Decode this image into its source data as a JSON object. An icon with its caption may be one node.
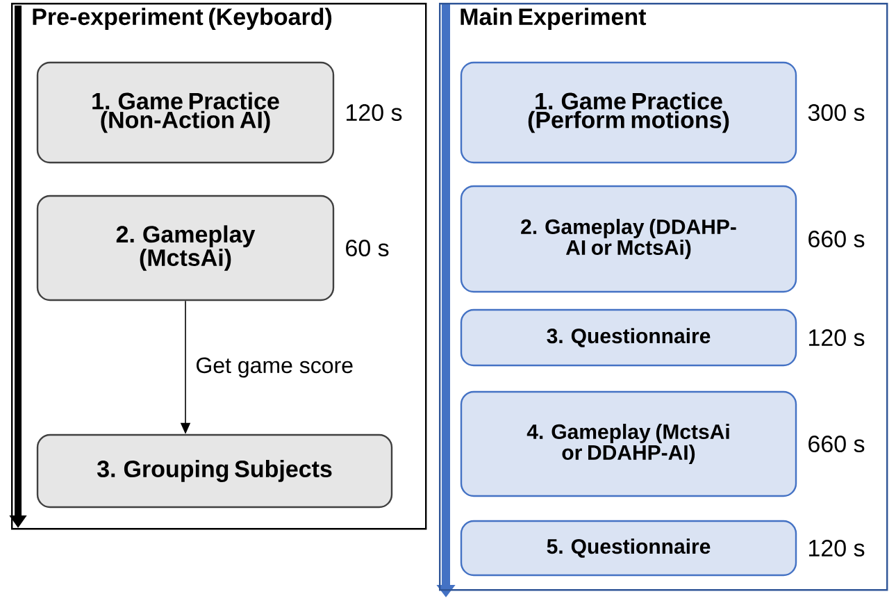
{
  "diagram": {
    "nodes": [
      {
        "text": [
          "Pre-experiment (Keyboard)"
        ]
      },
      {
        "text": [
          "1. Game Practice (Non-Action AI)"
        ],
        "in": 0,
        "beside": [
          "120 s"
        ]
      },
      {
        "text": [
          "2. Gameplay (MctsAi)"
        ],
        "in": 0,
        "beside": [
          "60 s"
        ]
      },
      {
        "text": [
          "3. Grouping Subjects"
        ],
        "in": 0
      },
      {
        "text": [
          "Main Experiment"
        ]
      },
      {
        "text": [
          "1. Game Practice (Perform motions)"
        ],
        "in": 4,
        "beside": [
          "300 s"
        ]
      },
      {
        "text": [
          "2. Gameplay (DDAHP-AI or MctsAi)"
        ],
        "in": 4,
        "beside": [
          "660 s"
        ]
      },
      {
        "text": [
          "3. Questionnaire"
        ],
        "in": 4,
        "beside": [
          "120 s"
        ]
      },
      {
        "text": [
          "4. Gameplay (MctsAi or DDAHP-AI)"
        ],
        "in": 4,
        "beside": [
          "660 s"
        ]
      },
      {
        "text": [
          "5. Questionnaire"
        ],
        "in": 4,
        "beside": [
          "120 s"
        ]
      }
    ],
    "edges": [
      {
        "from": 2,
        "to": 3,
        "arrow": "to",
        "label": "Get game score"
      }
    ]
  }
}
